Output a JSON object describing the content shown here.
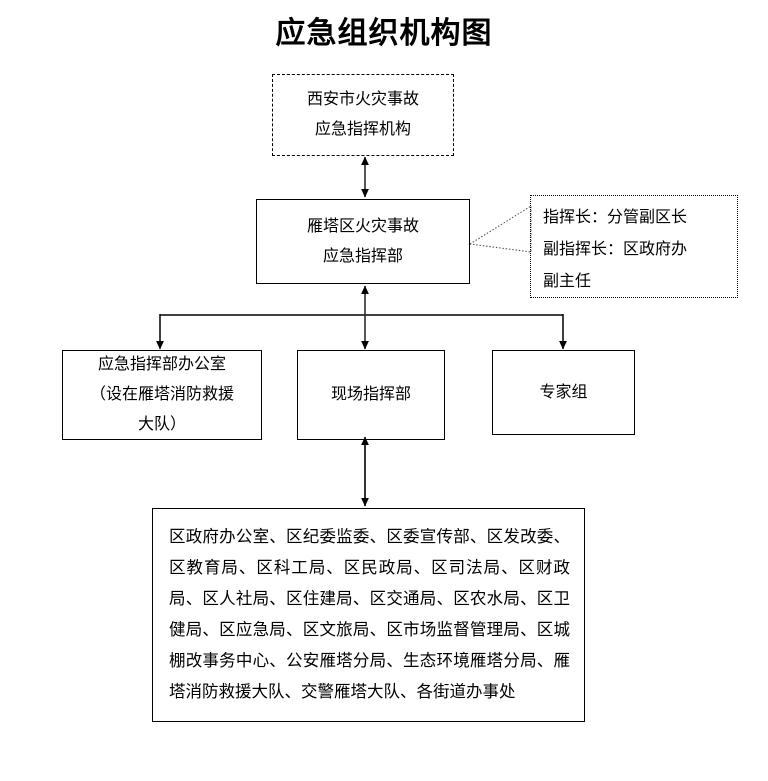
{
  "title": "应急组织机构图",
  "nodes": {
    "city_command": {
      "name": "西安市火灾事故应急指挥机构",
      "line1": "西安市火灾事故",
      "line2": "应急指挥机构",
      "border": "dashed"
    },
    "district_command": {
      "name": "雁塔区火灾事故应急指挥部",
      "line1": "雁塔区火灾事故",
      "line2": "应急指挥部",
      "border": "solid"
    },
    "leaders_callout": {
      "line1": "指挥长：分管副区长",
      "line2": "副指挥长：区政府办",
      "line3": "副主任",
      "border": "dotted"
    },
    "command_office": {
      "line1": "应急指挥部办公室",
      "line2": "（设在雁塔消防救援",
      "line3": "大队）",
      "border": "solid"
    },
    "site_command": {
      "line1": "现场指挥部",
      "border": "solid"
    },
    "expert_group": {
      "line1": "专家组",
      "border": "solid"
    },
    "member_units": {
      "text": "区政府办公室、区纪委监委、区委宣传部、区发改委、区教育局、区科工局、区民政局、区司法局、区财政局、区人社局、区住建局、区交通局、区农水局、区卫健局、区应急局、区文旅局、区市场监督管理局、区城棚改事务中心、公安雁塔分局、生态环境雁塔分局、雁塔消防救援大队、交警雁塔大队、各街道办事处",
      "border": "solid",
      "units": [
        "区政府办公室",
        "区纪委监委",
        "区委宣传部",
        "区发改委",
        "区教育局",
        "区科工局",
        "区民政局",
        "区司法局",
        "区财政局",
        "区人社局",
        "区住建局",
        "区交通局",
        "区农水局",
        "区卫健局",
        "区应急局",
        "区文旅局",
        "区市场监督管理局",
        "区城棚改事务中心",
        "公安雁塔分局",
        "生态环境雁塔分局",
        "雁塔消防救援大队",
        "交警雁塔大队",
        "各街道办事处"
      ]
    }
  },
  "colors": {
    "stroke": "#000000",
    "text": "#000000",
    "background": "#ffffff"
  }
}
